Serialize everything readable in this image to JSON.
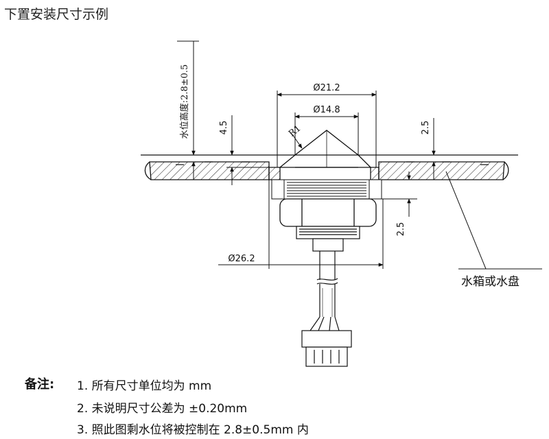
{
  "title": "下置安装尺寸示例",
  "labels": {
    "water_height": "水位高度:2.8±0.5",
    "d21": "Ø21.2",
    "d14": "Ø14.8",
    "r1": "R1",
    "dim_4_5": "4.5",
    "dim_2_5_top": "2.5",
    "dim_2_5_side": "2.5",
    "d26": "Ø26.2",
    "tank": "水箱或水盘"
  },
  "notes": {
    "label": "备注:",
    "items": [
      "1.  所有尺寸单位均为 mm",
      "2.  未说明尺寸公差为  ±0.20mm",
      "3.  照此图剩水位将被控制在 2.8±0.5mm 内"
    ]
  }
}
